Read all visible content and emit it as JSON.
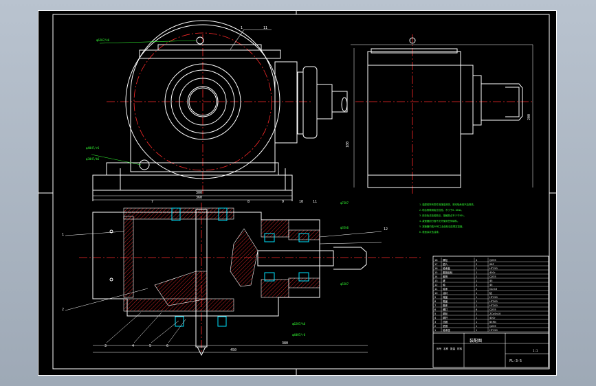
{
  "drawing": {
    "title": "装配图",
    "sheet_no": "FL-3-5",
    "scale_note": "1:1",
    "background": "#000000",
    "colors": {
      "outline": "#ffffff",
      "centerline": "#ff2a2a",
      "hatch": "#ff2a2a",
      "dimension": "#ffffff",
      "note": "#33ff33",
      "bearing": "#00e5ff"
    }
  },
  "views": {
    "front": {
      "label_a": "1",
      "label_b": "11"
    },
    "side": {
      "label": ""
    },
    "section": {
      "callouts": [
        "1",
        "2",
        "3",
        "4",
        "5",
        "6",
        "7",
        "8",
        "9",
        "10",
        "11",
        "12"
      ]
    }
  },
  "dimensions": {
    "front_width_1": "300",
    "front_width_2": "360",
    "side_height": "200",
    "side_height_2": "180",
    "section_width": "380",
    "section_total": "450"
  },
  "notes": {
    "tech_lines": [
      "1.装配前所有零件用煤油清洗，滚动轴承用汽油清洗。",
      "2.啮合侧隙用铅丝检验，不小于0.16mm。",
      "3.用涂色法检验斑点，接触斑点不少于50%。",
      "4.减速器剖分面不允许使用任何填料。",
      "5.减速器内装50号工业齿轮油至规定高度。",
      "6.表面涂灰色油漆。"
    ],
    "fits": [
      "φ62H7/k6",
      "φ40H7/r6",
      "φ30H7/k6",
      "φ72H7",
      "φ35k6",
      "φ52H7"
    ]
  },
  "bom": {
    "rows": [
      {
        "no": "18",
        "name": "螺栓",
        "qty": "4",
        "mat": "Q235"
      },
      {
        "no": "17",
        "name": "垫片",
        "qty": "2",
        "mat": "08F"
      },
      {
        "no": "16",
        "name": "轴承盖",
        "qty": "1",
        "mat": "HT150"
      },
      {
        "no": "15",
        "name": "圆锥齿轮",
        "qty": "1",
        "mat": "40Cr"
      },
      {
        "no": "14",
        "name": "套筒",
        "qty": "1",
        "mat": "Q235"
      },
      {
        "no": "13",
        "name": "键",
        "qty": "1",
        "mat": "45"
      },
      {
        "no": "12",
        "name": "轴",
        "qty": "1",
        "mat": "45"
      },
      {
        "no": "11",
        "name": "轴承",
        "qty": "2",
        "mat": "GCr15"
      },
      {
        "no": "10",
        "name": "油封",
        "qty": "1",
        "mat": "毡"
      },
      {
        "no": "9",
        "name": "端盖",
        "qty": "1",
        "mat": "HT150"
      },
      {
        "no": "8",
        "name": "箱盖",
        "qty": "1",
        "mat": "HT200"
      },
      {
        "no": "7",
        "name": "箱体",
        "qty": "1",
        "mat": "HT200"
      },
      {
        "no": "6",
        "name": "螺钉",
        "qty": "6",
        "mat": "Q235"
      },
      {
        "no": "5",
        "name": "蜗轮",
        "qty": "1",
        "mat": "ZCuSn10"
      },
      {
        "no": "4",
        "name": "蜗杆",
        "qty": "1",
        "mat": "40Cr"
      },
      {
        "no": "3",
        "name": "挡圈",
        "qty": "1",
        "mat": "65Mn"
      },
      {
        "no": "2",
        "name": "垫圈",
        "qty": "1",
        "mat": "Q235"
      },
      {
        "no": "1",
        "name": "轴承座",
        "qty": "1",
        "mat": "HT150"
      }
    ],
    "header": [
      "序号",
      "名称",
      "数量",
      "材料"
    ]
  }
}
